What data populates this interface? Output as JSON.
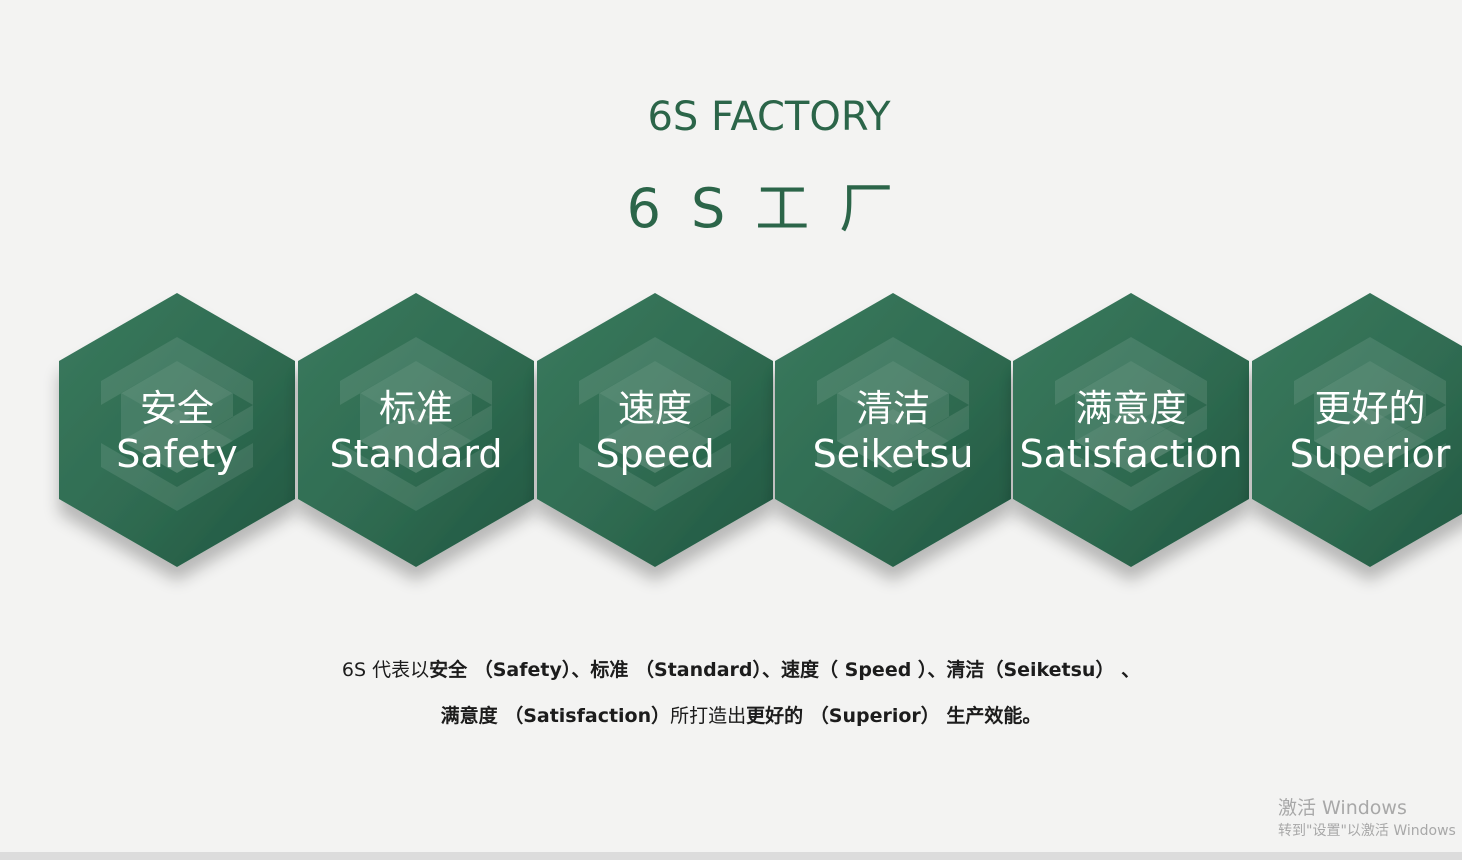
{
  "title": {
    "en": "6S FACTORY",
    "cn": "6S工厂"
  },
  "hexagons": [
    {
      "cn": "安全",
      "en": "Safety"
    },
    {
      "cn": "标准",
      "en": "Standard"
    },
    {
      "cn": "速度",
      "en": "Speed"
    },
    {
      "cn": "清洁",
      "en": "Seiketsu"
    },
    {
      "cn": "满意度",
      "en": "Satisfaction"
    },
    {
      "cn": "更好的",
      "en": "Superior"
    }
  ],
  "description": {
    "line1": [
      {
        "t": "6S 代表以",
        "b": false
      },
      {
        "t": "安全",
        "b": true
      },
      {
        "t": " （Safety）、",
        "b": true
      },
      {
        "t": "标准",
        "b": true
      },
      {
        "t": " （Standard）、",
        "b": true
      },
      {
        "t": "速度",
        "b": true
      },
      {
        "t": "（ Speed ）、",
        "b": true
      },
      {
        "t": "清洁",
        "b": true
      },
      {
        "t": "（Seiketsu） 、",
        "b": true
      }
    ],
    "line2": [
      {
        "t": "满意度",
        "b": true
      },
      {
        "t": " （Satisfaction）",
        "b": true
      },
      {
        "t": "所打造出",
        "b": false
      },
      {
        "t": "更好的",
        "b": true
      },
      {
        "t": " （Superior） ",
        "b": true
      },
      {
        "t": "生产效能。",
        "b": true
      }
    ]
  },
  "watermark": {
    "line1": "激活 Windows",
    "line2": "转到\"设置\"以激活 Windows"
  },
  "colors": {
    "hex_fill": "#2f6b51",
    "hex_dark": "#245a43",
    "title": "#2b6549"
  }
}
